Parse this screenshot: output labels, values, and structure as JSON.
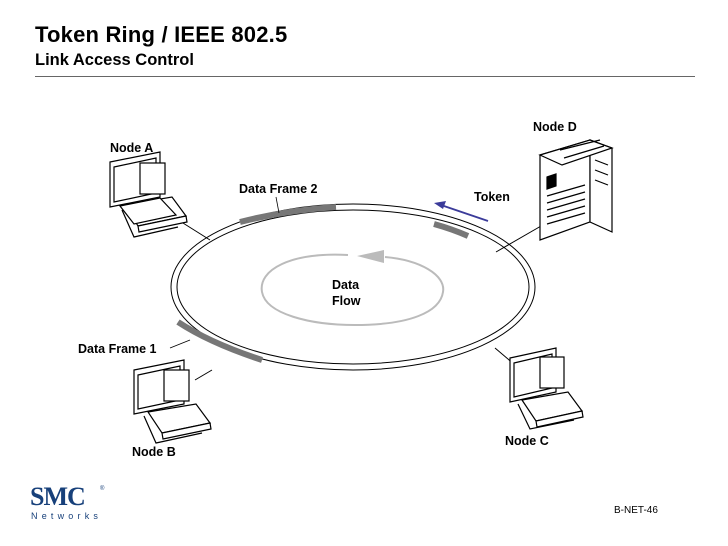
{
  "header": {
    "title": "Token Ring / IEEE 802.5",
    "subtitle": "Link Access Control"
  },
  "diagram": {
    "nodes": {
      "a": "Node A",
      "b": "Node B",
      "c": "Node C",
      "d": "Node D"
    },
    "frames": {
      "frame1": "Data Frame 1",
      "frame2": "Data Frame 2"
    },
    "token": "Token",
    "flow": {
      "line1": "Data",
      "line2": "Flow"
    }
  },
  "footer": {
    "logo_text": "SMC",
    "logo_mark": "®",
    "logo_subtext": "Networks",
    "page_id": "B-NET-46"
  },
  "colors": {
    "ring": "#000000",
    "frame_segment": "#777777",
    "token_arrow": "#3b3b9a",
    "flow_arrow": "#bbbbbb",
    "logo": "#17407a"
  }
}
